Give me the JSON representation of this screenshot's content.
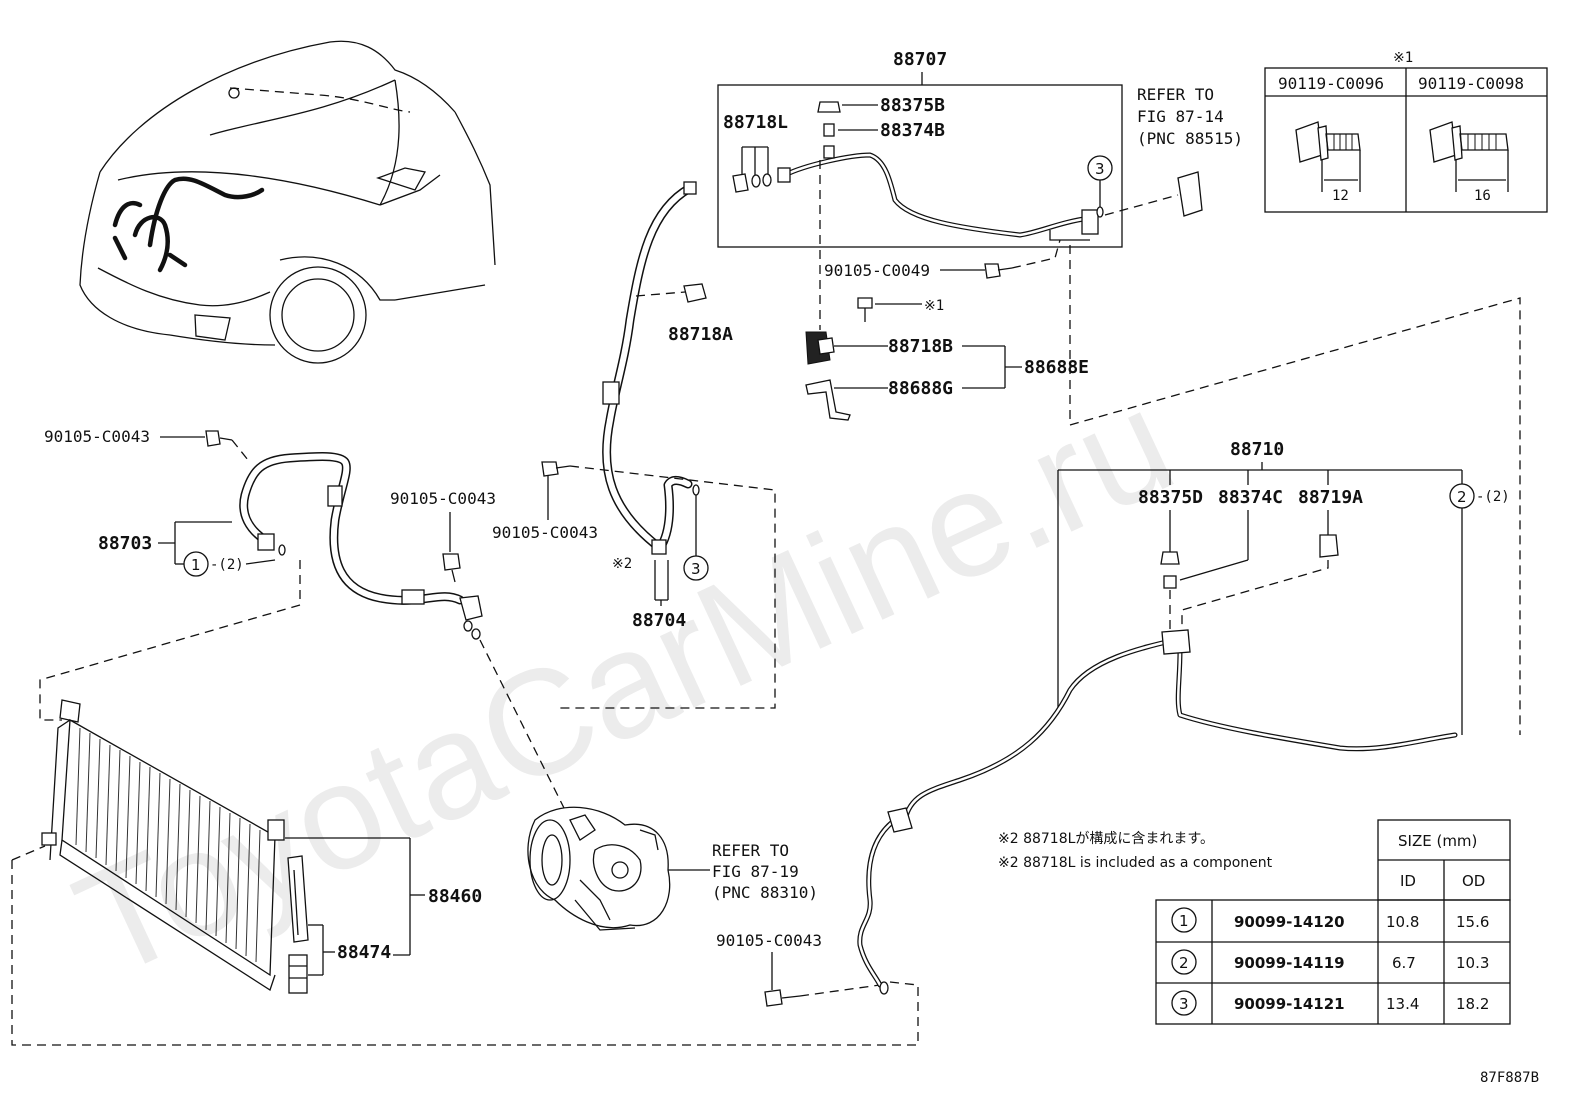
{
  "watermark": "ToyotaCarMine.ru",
  "figure_code": "87F887B",
  "labels": {
    "p88707": "88707",
    "p88718L": "88718L",
    "p88375B": "88375B",
    "p88374B": "88374B",
    "p88718A": "88718A",
    "p90105_C0049": "90105-C0049",
    "star1": "※1",
    "p88718B": "88718B",
    "p88688G": "88688G",
    "p88688E": "88688E",
    "p90105_C0043_a": "90105-C0043",
    "p90105_C0043_b": "90105-C0043",
    "p90105_C0043_c": "90105-C0043",
    "p90105_C0043_d": "90105-C0043",
    "p88703": "88703",
    "p88704": "88704",
    "star2": "※2",
    "p88710": "88710",
    "p88375D": "88375D",
    "p88374C": "88374C",
    "p88719A": "88719A",
    "p88460": "88460",
    "p88474": "88474",
    "circle1": "1",
    "circle2": "2",
    "circle3": "3",
    "qty2": "-(2)"
  },
  "refer_top": {
    "line1": "REFER TO",
    "line2": "FIG 87-14",
    "line3": "(PNC 88515)"
  },
  "refer_mid": {
    "line1": "REFER TO",
    "line2": "FIG 87-19",
    "line3": "(PNC 88310)"
  },
  "bolt_table": {
    "mark": "※1",
    "columns": [
      "90119-C0096",
      "90119-C0098"
    ],
    "lengths": [
      "12",
      "16"
    ]
  },
  "notes": {
    "jp": "※2 88718Lが構成に含まれます。",
    "en": "※2 88718L is included as a component"
  },
  "size_table": {
    "title": "SIZE (mm)",
    "col_id": "ID",
    "col_od": "OD",
    "rows": [
      {
        "mark": "1",
        "part": "90099-14120",
        "id": "10.8",
        "od": "15.6"
      },
      {
        "mark": "2",
        "part": "90099-14119",
        "id": "6.7",
        "od": "10.3"
      },
      {
        "mark": "3",
        "part": "90099-14121",
        "id": "13.4",
        "od": "18.2"
      }
    ]
  }
}
